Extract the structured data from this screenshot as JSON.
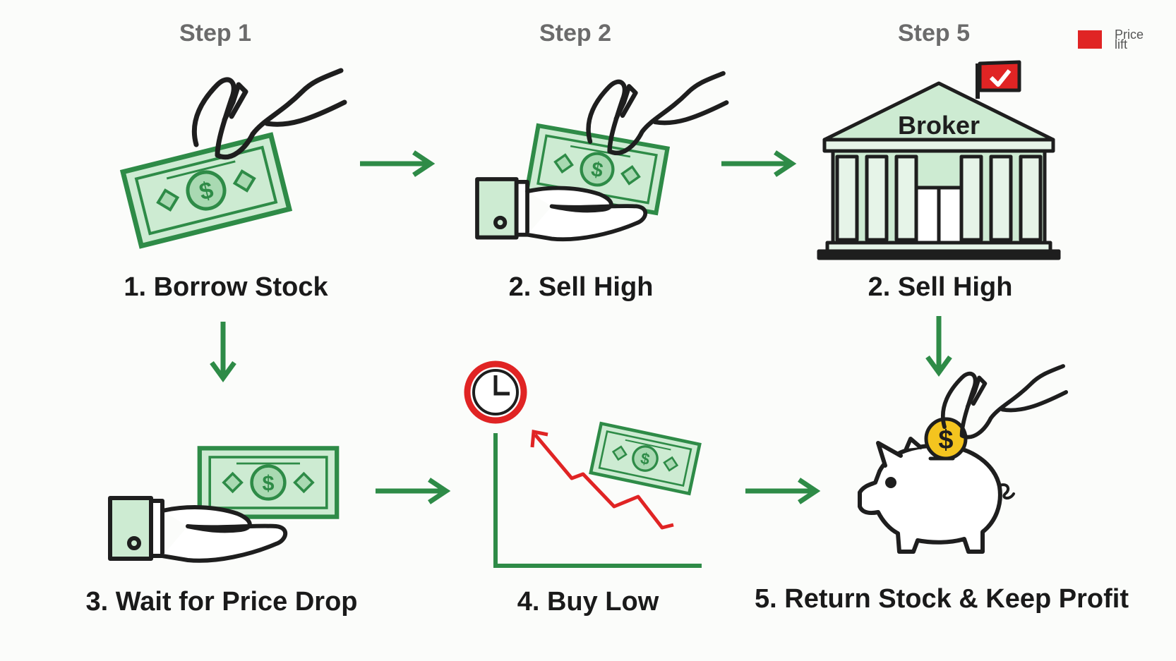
{
  "headers": [
    "Step 1",
    "Step 2",
    "Step 5"
  ],
  "captions": [
    "1. Borrow Stock",
    "2. Sell High",
    "2. Sell High",
    "3. Wait for Price Drop",
    "4. Buy Low",
    "5. Return Stock & Keep Profit"
  ],
  "broker_label": "Broker",
  "currency_symbol": "$",
  "legend": {
    "text": "Price\nlift",
    "color": "#e02424"
  },
  "colors": {
    "green": "#2e8b47",
    "bill_fill": "#cdebd2",
    "outline": "#1e1e1e",
    "red": "#e02424",
    "gold": "#f4c41f"
  },
  "icons": {
    "step1": "hand-holding-bill-icon",
    "step2": "hand-passing-bill-icon",
    "step3": "broker-building-icon",
    "step4": "receiving-hand-bill-icon",
    "step5": "clock-falling-price-chart-icon",
    "step6": "piggy-bank-coin-icon",
    "flow": "arrow-icon"
  }
}
